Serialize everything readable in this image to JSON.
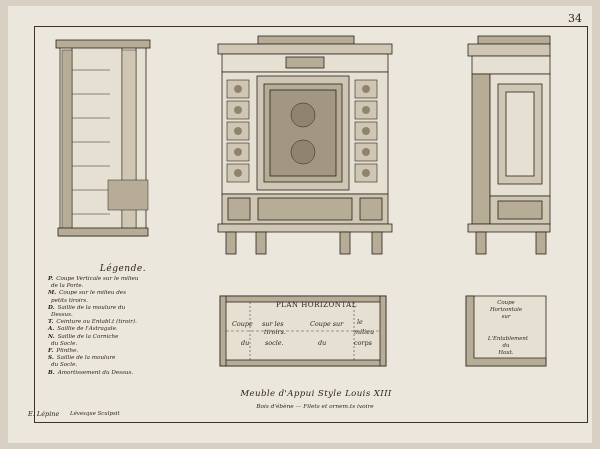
{
  "page_number": "34",
  "legend": {
    "title": "Légende.",
    "items": [
      {
        "key": "P.",
        "text": "Coupe Verticale sur le milieu"
      },
      {
        "key": "",
        "text": "de la Porte."
      },
      {
        "key": "M.",
        "text": "Coupe sur le milieu des"
      },
      {
        "key": "",
        "text": "petits tiroirs."
      },
      {
        "key": "D.",
        "text": "Saillie de la moulure du"
      },
      {
        "key": "",
        "text": "Dessus."
      },
      {
        "key": "T.",
        "text": "Ceinture ou Entabl.t (tiroir)."
      },
      {
        "key": "A.",
        "text": "Saillie de l'Astragale."
      },
      {
        "key": "N.",
        "text": "Saillie de la Corniche"
      },
      {
        "key": "",
        "text": "du Socle."
      },
      {
        "key": "F.",
        "text": "Plinthe."
      },
      {
        "key": "S.",
        "text": "Saillie de la moulure"
      },
      {
        "key": "",
        "text": "du Socle."
      },
      {
        "key": "B.",
        "text": "Amortissement du Dessus."
      }
    ]
  },
  "plan": {
    "title": "PLAN HORIZONTAL",
    "labels": [
      "Coupe",
      "sur les",
      "tiroirs.",
      "Coupe sur",
      "le",
      "milieu",
      "du",
      "socle.",
      "du",
      "corps"
    ]
  },
  "coupe": {
    "lines": [
      "Coupe",
      "Horizontale",
      "sur",
      "L'Entablement",
      "du",
      "Haut."
    ]
  },
  "caption": "Meuble d'Appui Style Louis XIII",
  "subcaption": "Bois d'ébène — Filets et ornem.ts ivoire",
  "signature_left": "E. Lépine",
  "signature_right": "Lévesque Sculpsit",
  "colors": {
    "ink": "#2a241d",
    "paper": "#ece7dc",
    "wash": "#b7ac96"
  }
}
